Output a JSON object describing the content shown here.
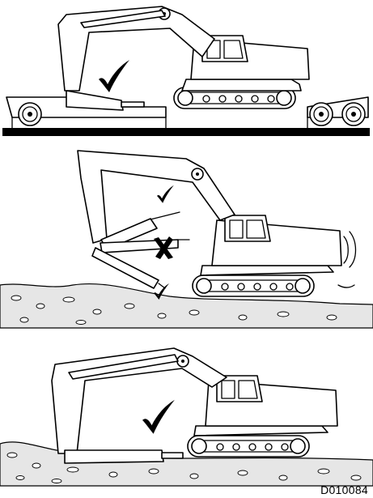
{
  "figure": {
    "code": "D010084",
    "panels": [
      {
        "id": "transport-on-trailer",
        "marks": [
          {
            "type": "check"
          }
        ]
      },
      {
        "id": "breaker-angle-on-ground",
        "marks": [
          {
            "type": "check"
          },
          {
            "type": "cross"
          },
          {
            "type": "check"
          }
        ]
      },
      {
        "id": "breaker-flat-on-ground",
        "marks": [
          {
            "type": "check"
          }
        ]
      }
    ]
  }
}
